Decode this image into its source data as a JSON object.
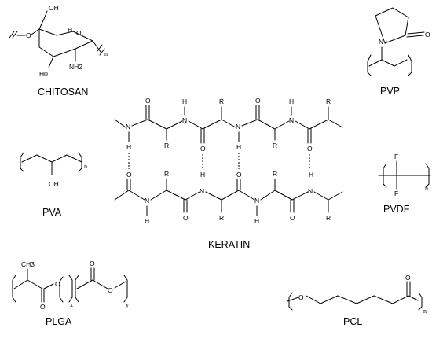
{
  "polymers": {
    "chitosan": {
      "name": "CHITOSAN",
      "atoms": {
        "oh_top": "OH",
        "o_left": "O",
        "h": "H",
        "o_ring": "O",
        "ho": "H0",
        "nh2": "NH2"
      },
      "repeat": "n"
    },
    "pvp": {
      "name": "PVP",
      "atoms": {
        "n": "N",
        "o": "O"
      }
    },
    "pva": {
      "name": "PVA",
      "atoms": {
        "oh": "OH"
      },
      "repeat": "n"
    },
    "pvdf": {
      "name": "PVDF",
      "atoms": {
        "f_top": "F",
        "f_bottom": "F"
      },
      "repeat": "n"
    },
    "plga": {
      "name": "PLGA",
      "atoms": {
        "ch3": "CH3",
        "o1": "O",
        "o2": "O",
        "o3": "O",
        "o4": "O"
      },
      "repeat_x": "x",
      "repeat_y": "y"
    },
    "pcl": {
      "name": "PCL",
      "atoms": {
        "o_chain": "O",
        "o_carbonyl": "O"
      },
      "repeat": "n"
    },
    "keratin": {
      "name": "KERATIN",
      "top_atoms": {
        "o1": "O",
        "h1": "H",
        "r1": "R",
        "o2": "O",
        "h2": "H",
        "r2": "R",
        "n1": "N",
        "n2": "N",
        "n3": "N",
        "h_n1": "H",
        "h_n3": "H",
        "r3": "R",
        "o3": "O",
        "r4": "R",
        "o4": "O"
      },
      "bottom_atoms": {
        "r1": "R",
        "o1": "O",
        "r2": "R",
        "o2": "O",
        "n1": "N",
        "n2": "N",
        "n3": "N",
        "n4": "N",
        "h_n1": "H",
        "h_n2": "H",
        "h_n3": "H",
        "h_n4": "H",
        "o3": "O",
        "r3": "R",
        "o4": "O",
        "r4": "R"
      }
    }
  }
}
